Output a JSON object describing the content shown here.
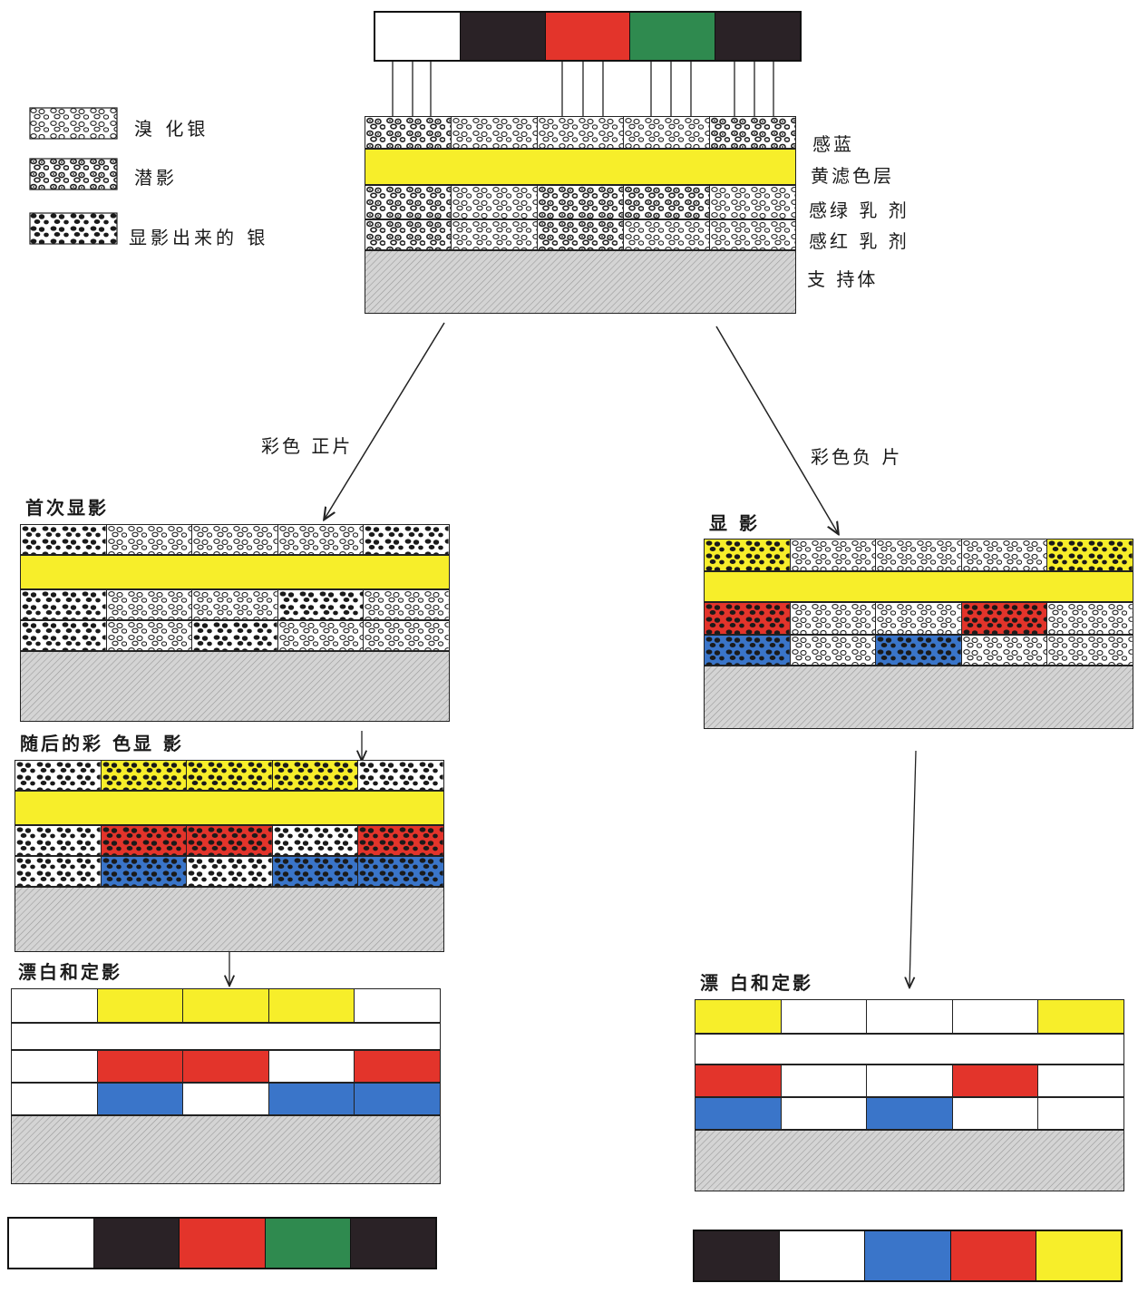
{
  "colors": {
    "white": "#ffffff",
    "black": "#2a2226",
    "red": "#e3342b",
    "green": "#2f8a4f",
    "blue": "#3a75c9",
    "yellow": "#f7ee2a",
    "support": "#cfcfcf"
  },
  "legend": {
    "silver_bromide": "溴 化银",
    "latent_image": "潜影",
    "developed_silver": "显影出来的 银"
  },
  "layers": {
    "blue_sensitive": "感蓝",
    "yellow_filter": "黄滤色层",
    "green_emulsion": "感绿 乳 剂",
    "red_emulsion": "感红 乳 剂",
    "support": "支 持体"
  },
  "branches": {
    "positive": "彩色 正片",
    "negative": "彩色负 片"
  },
  "steps": {
    "first_develop": "首次显影",
    "color_develop": "随后的彩 色显 影",
    "bleach_fix_left": "漂白和定影",
    "develop": "显 影",
    "bleach_fix_right": "漂 白和定影"
  },
  "input_colors": [
    "white",
    "black",
    "red",
    "green",
    "black"
  ],
  "positive_result_colors": [
    "white",
    "black",
    "red",
    "green",
    "black"
  ],
  "negative_result_colors": [
    "black",
    "white",
    "blue",
    "red",
    "yellow"
  ]
}
